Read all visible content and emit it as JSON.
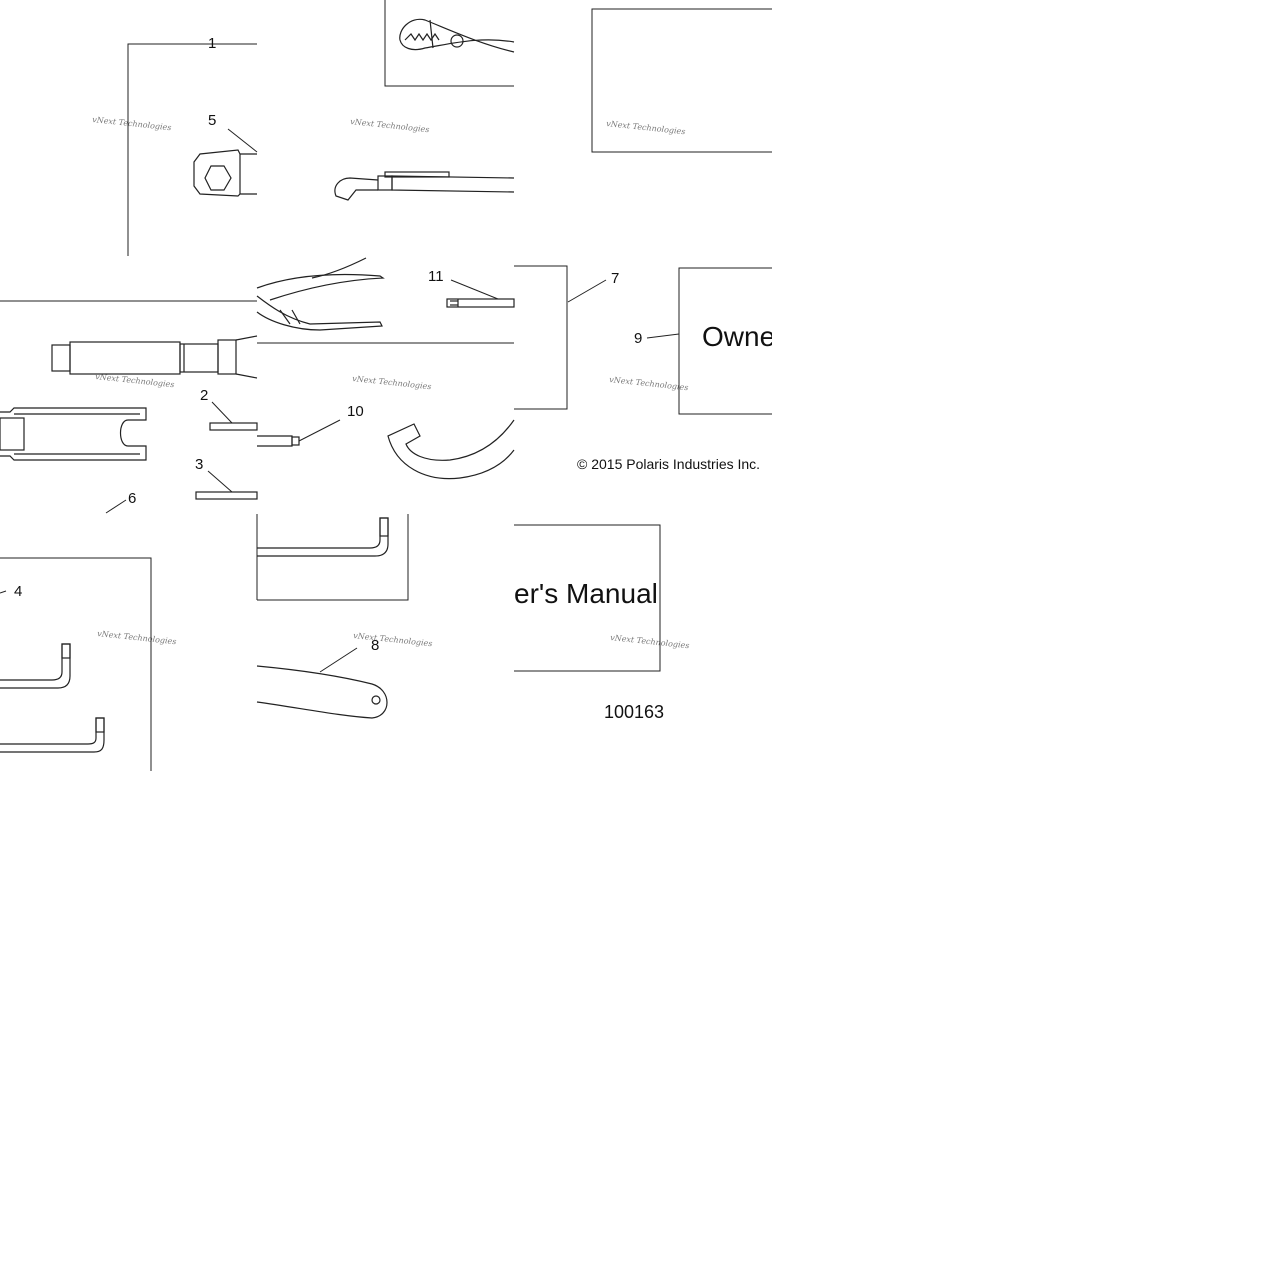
{
  "callouts": {
    "c1": "1",
    "c2": "2",
    "c3": "3",
    "c4": "4",
    "c5": "5",
    "c6": "6",
    "c7": "7",
    "c8": "8",
    "c9": "9",
    "c10": "10",
    "c11": "11"
  },
  "manual": {
    "title_part1": "Owne",
    "title_part2": "er's Manual"
  },
  "copyright": "© 2015 Polaris Industries Inc.",
  "drawing_number": "100163",
  "watermark": "vNext Technologies"
}
